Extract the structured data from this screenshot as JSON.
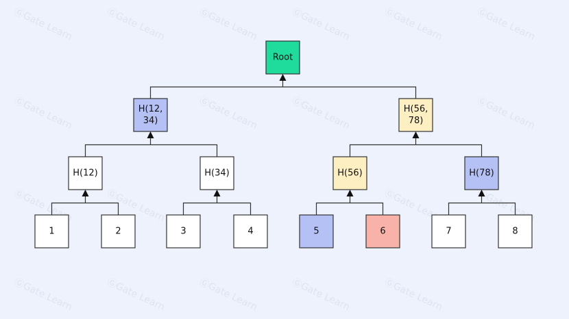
{
  "watermark": "Gate Learn",
  "colors": {
    "background": "#eef2fc",
    "root": "#1fdc9c",
    "blue": "#b5c1f5",
    "yellow": "#fdefc2",
    "red": "#f8b2aa",
    "white": "#ffffff"
  },
  "nodes": {
    "root": {
      "label": [
        "Root"
      ],
      "color": "root"
    },
    "h1234": {
      "label": [
        "H(12,",
        "34)"
      ],
      "color": "blue"
    },
    "h5678": {
      "label": [
        "H(56,",
        "78)"
      ],
      "color": "yellow"
    },
    "h12": {
      "label": [
        "H(12)"
      ],
      "color": "white"
    },
    "h34": {
      "label": [
        "H(34)"
      ],
      "color": "white"
    },
    "h56": {
      "label": [
        "H(56)"
      ],
      "color": "yellow"
    },
    "h78": {
      "label": [
        "H(78)"
      ],
      "color": "blue"
    },
    "l1": {
      "label": [
        "1"
      ],
      "color": "white"
    },
    "l2": {
      "label": [
        "2"
      ],
      "color": "white"
    },
    "l3": {
      "label": [
        "3"
      ],
      "color": "white"
    },
    "l4": {
      "label": [
        "4"
      ],
      "color": "white"
    },
    "l5": {
      "label": [
        "5"
      ],
      "color": "blue"
    },
    "l6": {
      "label": [
        "6"
      ],
      "color": "red"
    },
    "l7": {
      "label": [
        "7"
      ],
      "color": "white"
    },
    "l8": {
      "label": [
        "8"
      ],
      "color": "white"
    }
  }
}
